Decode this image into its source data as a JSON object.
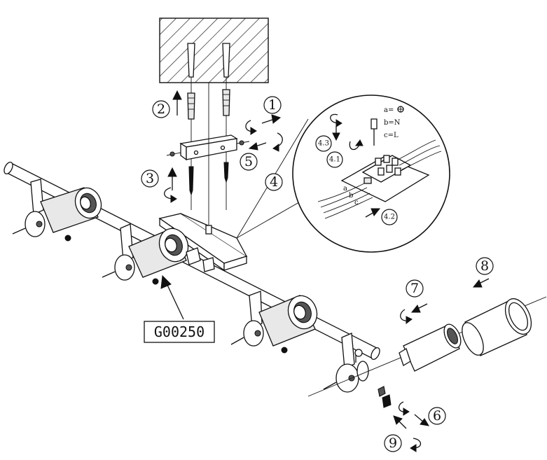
{
  "model_label": "G00250",
  "steps": {
    "s1": "1",
    "s2": "2",
    "s3": "3",
    "s4": "4",
    "s5": "5",
    "s6": "6",
    "s7": "7",
    "s8": "8",
    "s9": "9",
    "s4_1": "4.1",
    "s4_2": "4.2",
    "s4_3": "4.3"
  },
  "wiring_legend": {
    "a": "a=",
    "b": "b=N",
    "c": "c=L"
  },
  "terminal_labels": {
    "a": "a",
    "b": "b",
    "c": "c"
  }
}
